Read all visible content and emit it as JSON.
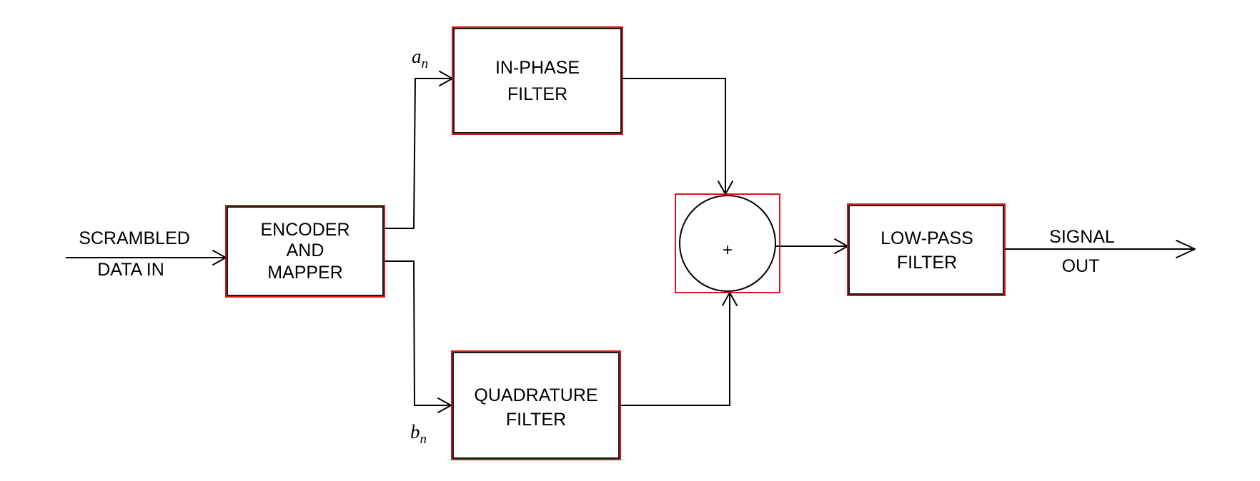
{
  "colors": {
    "box_outline": "#d40000",
    "stroke": "#000000",
    "background": "#ffffff"
  },
  "input": {
    "line1": "SCRAMBLED",
    "line2": "DATA IN"
  },
  "encoder": {
    "line1": "ENCODER",
    "line2": "AND",
    "line3": "MAPPER"
  },
  "inphase": {
    "line1": "IN-PHASE",
    "line2": "FILTER"
  },
  "quadrature": {
    "line1": "QUADRATURE",
    "line2": "FILTER"
  },
  "symbols": {
    "a": "a",
    "a_sub": "n",
    "b": "b",
    "b_sub": "n"
  },
  "summer": {
    "sign": "+"
  },
  "lowpass": {
    "line1": "LOW-PASS",
    "line2": "FILTER"
  },
  "output": {
    "line1": "SIGNAL",
    "line2": "OUT"
  }
}
